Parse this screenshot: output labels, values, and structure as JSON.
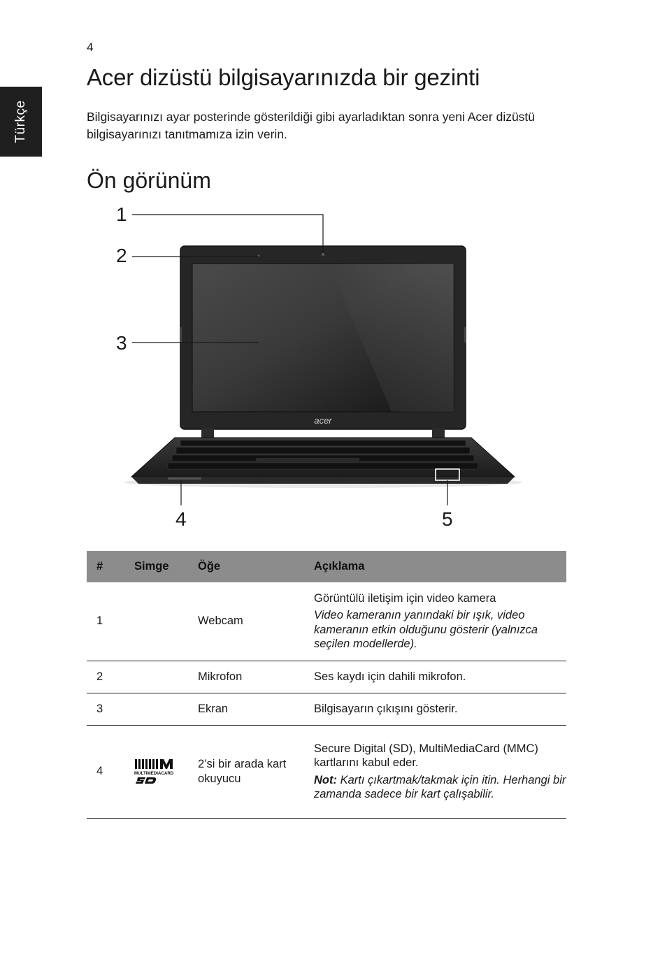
{
  "page": {
    "number": "4",
    "side_tab": "Türkçe"
  },
  "title": "Acer dizüstü bilgisayarınızda bir gezinti",
  "intro": "Bilgisayarınızı ayar posterinde gösterildiği gibi ayarladıktan sonra yeni Acer dizüstü bilgisayarınızı tanıtmamıza izin verin.",
  "section_title": "Ön görünüm",
  "figure": {
    "logo_text": "acer",
    "callouts": [
      "1",
      "2",
      "3",
      "4",
      "5"
    ]
  },
  "table": {
    "headers": {
      "num": "#",
      "icon": "Simge",
      "item": "Öğe",
      "desc": "Açıklama"
    },
    "rows": [
      {
        "num": "1",
        "item": "Webcam",
        "desc": "Görüntülü iletişim için video kamera",
        "note": "Video kameranın yanındaki bir ışık, video kameranın etkin olduğunu gösterir (yalnızca seçilen modellerde)."
      },
      {
        "num": "2",
        "item": "Mikrofon",
        "desc": "Ses kaydı için dahili mikrofon."
      },
      {
        "num": "3",
        "item": "Ekran",
        "desc": "Bilgisayarın çıkışını gösterir."
      },
      {
        "num": "4",
        "item": "2’si bir arada kart okuyucu",
        "icon": "multimediacard-sd-icon",
        "icon_text": "MULTIMEDIACARD",
        "desc": "Secure Digital (SD), MultiMediaCard (MMC) kartlarını kabul eder.",
        "note_label": "Not:",
        "note": "Kartı çıkartmak/takmak için itin. Herhangi bir zamanda sadece bir kart çalışabilir."
      }
    ]
  }
}
